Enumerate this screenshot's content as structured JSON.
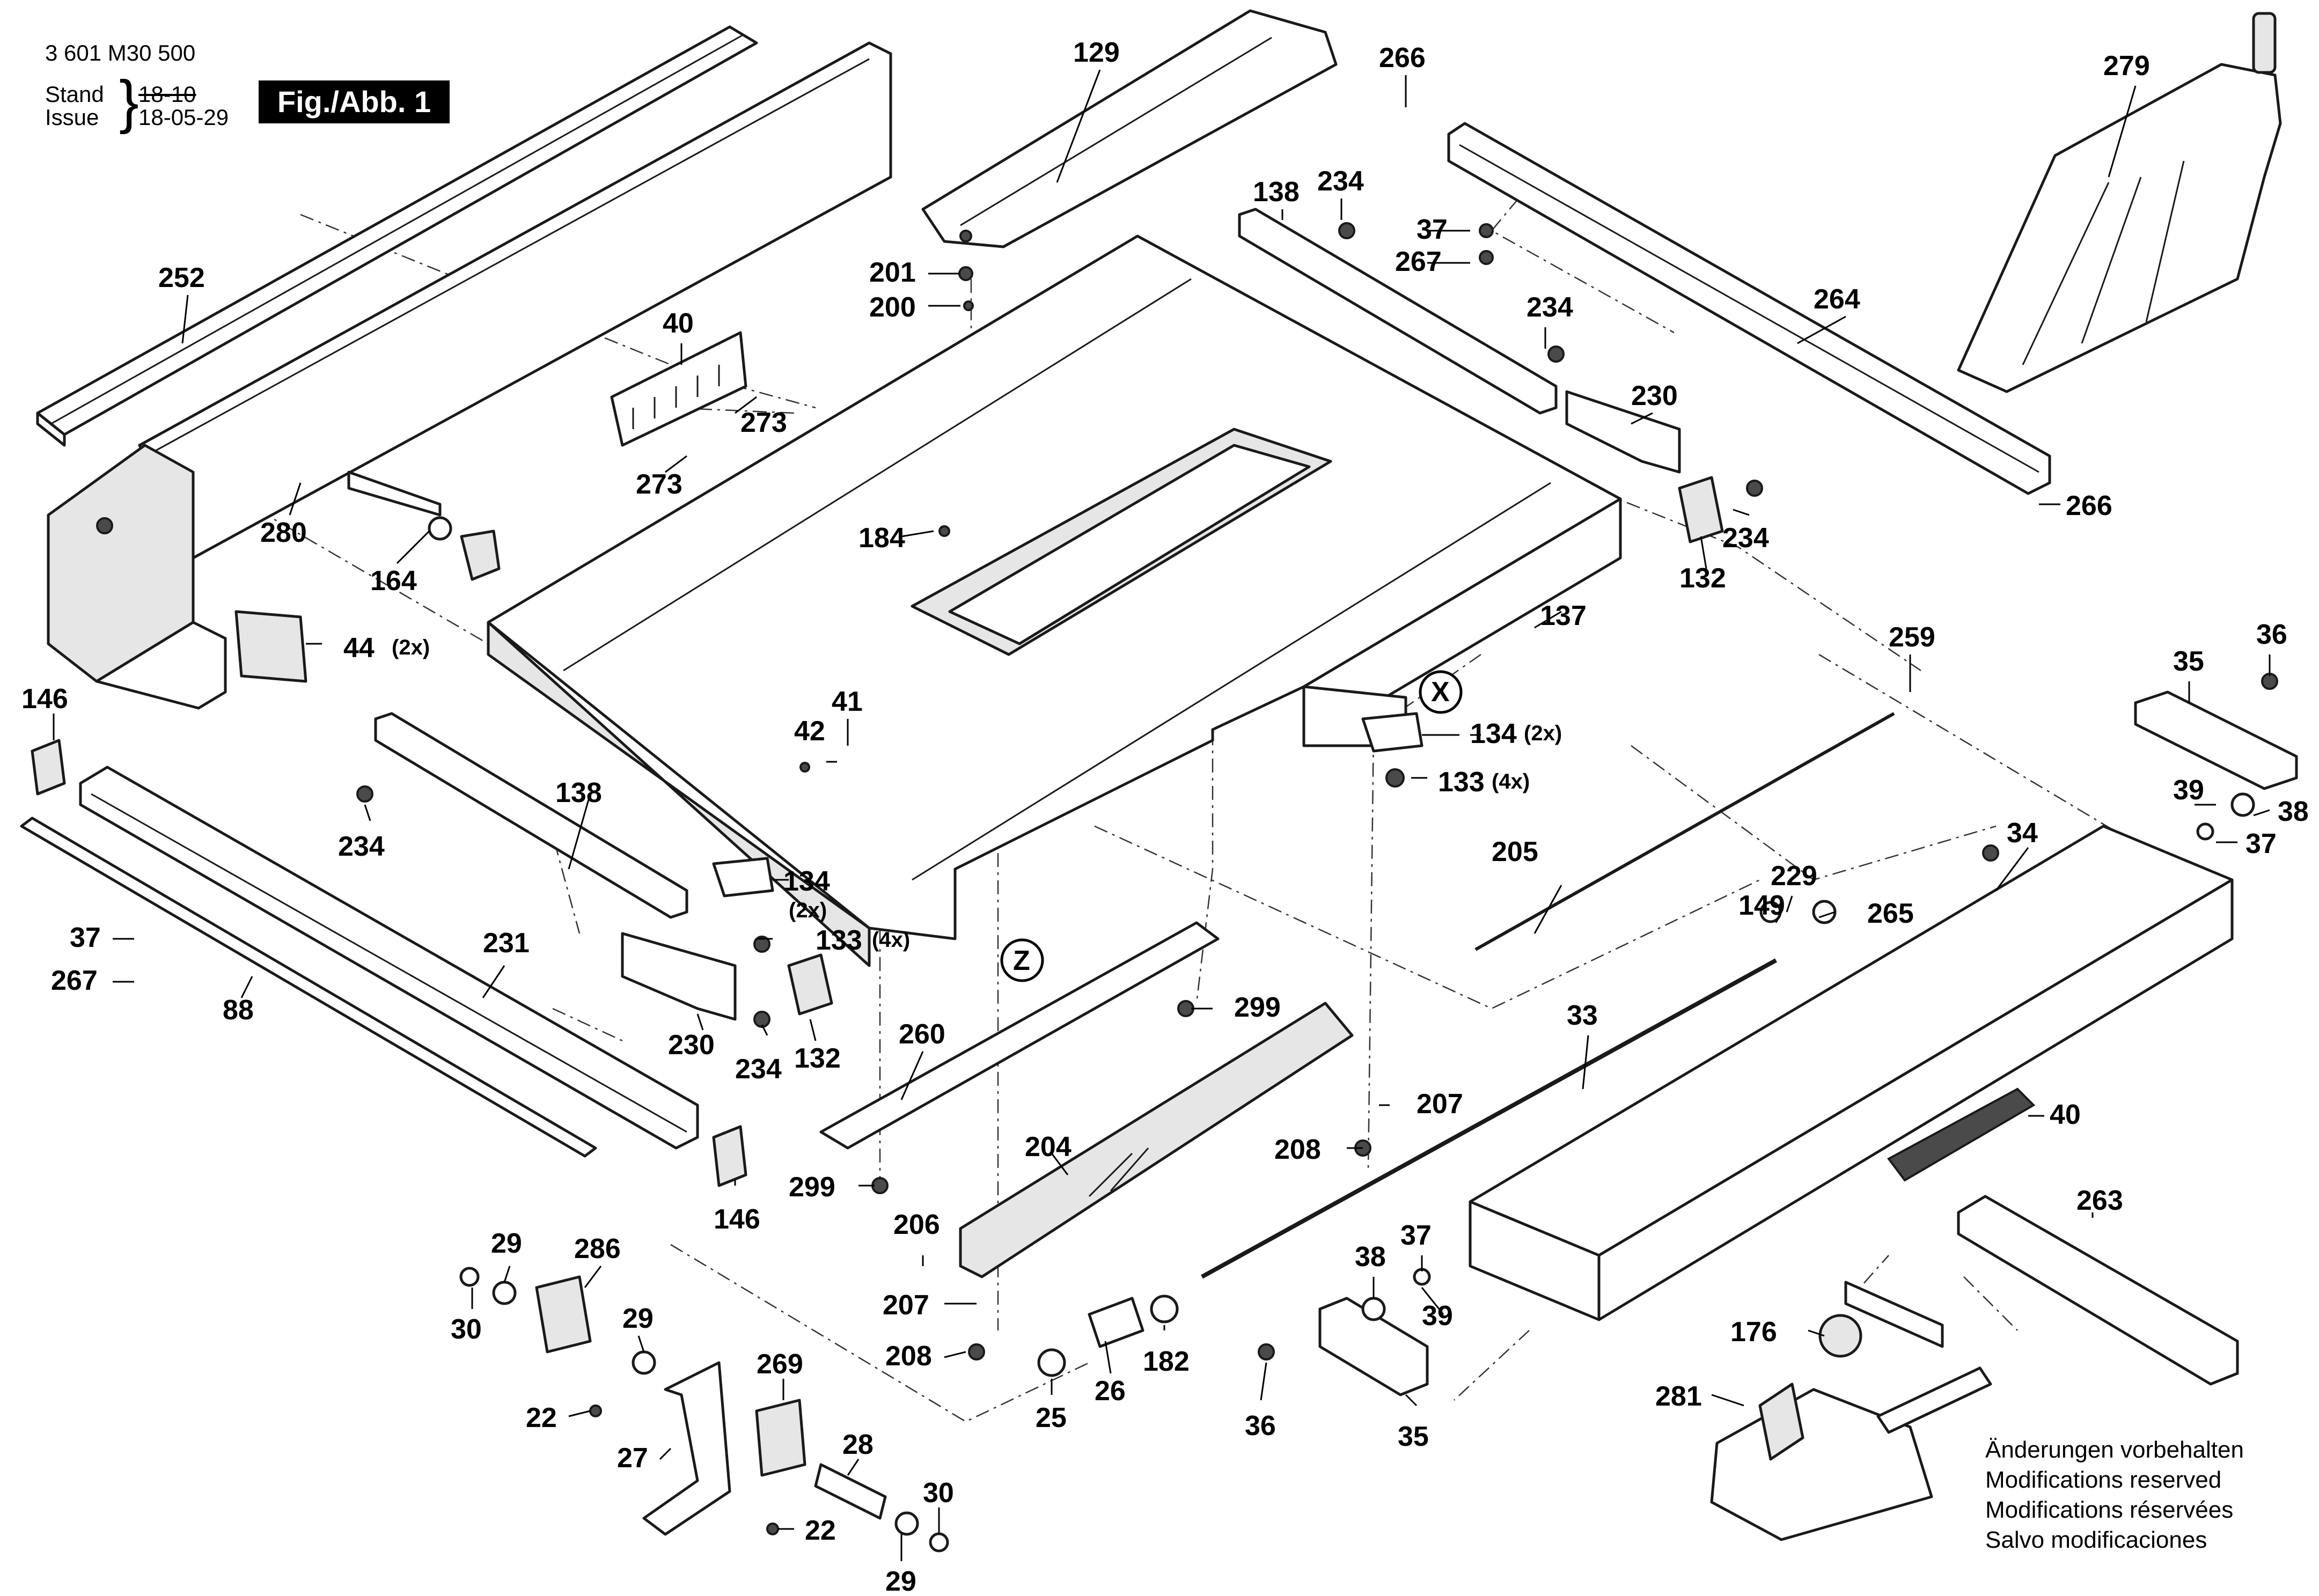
{
  "header": {
    "part_number": "3 601 M30 500",
    "stand_label": "Stand",
    "issue_label": "Issue",
    "stand_old": "18-10",
    "issue_date": "18-05-29",
    "figure_label": "Fig./Abb. 1"
  },
  "notes": [
    "Änderungen vorbehalten",
    "Modifications reserved",
    "Modifications réservées",
    "Salvo modificaciones"
  ],
  "callouts": {
    "c129": "129",
    "c266a": "266",
    "c279": "279",
    "c252": "252",
    "c138a": "138",
    "c234a": "234",
    "c37a": "37",
    "c267a": "267",
    "c201": "201",
    "c200": "200",
    "c40a": "40",
    "c234b": "234",
    "c264": "264",
    "c273a": "273",
    "c230a": "230",
    "c273b": "273",
    "c280": "280",
    "c266b": "266",
    "c184": "184",
    "c234c": "234",
    "c164": "164",
    "c132a": "132",
    "c137": "137",
    "c44": "44",
    "c44q": "(2x)",
    "c36a": "36",
    "c259": "259",
    "c146a": "146",
    "c35a": "35",
    "c41": "41",
    "c42": "42",
    "c134a": "134",
    "c134aq": "(2x)",
    "c133a": "133",
    "c133aq": "(4x)",
    "c138b": "138",
    "c39a": "39",
    "c38a": "38",
    "c234d": "234",
    "c37b": "37",
    "c205": "205",
    "c34": "34",
    "c229": "229",
    "c134b": "134",
    "c134bq": "(2x)",
    "c149": "149",
    "c265": "265",
    "c37c": "37",
    "c133b": "133",
    "c133bq": "(4x)",
    "c231": "231",
    "c267b": "267",
    "c88": "88",
    "c299a": "299",
    "c33": "33",
    "c260": "260",
    "c230b": "230",
    "c234e": "234",
    "c132b": "132",
    "c207a": "207",
    "c40b": "40",
    "c204": "204",
    "c208a": "208",
    "c299b": "299",
    "c146b": "146",
    "c263": "263",
    "c29a": "29",
    "c286": "286",
    "c206": "206",
    "c37d": "37",
    "c38b": "38",
    "c30a": "30",
    "c29b": "29",
    "c207b": "207",
    "c39b": "39",
    "c182": "182",
    "c176": "176",
    "c208b": "208",
    "c26": "26",
    "c269": "269",
    "c22a": "22",
    "c25": "25",
    "c36b": "36",
    "c35b": "35",
    "c281": "281",
    "c27": "27",
    "c28": "28",
    "c30b": "30",
    "c22b": "22",
    "c29c": "29",
    "detailX": "X",
    "detailZ": "Z"
  }
}
